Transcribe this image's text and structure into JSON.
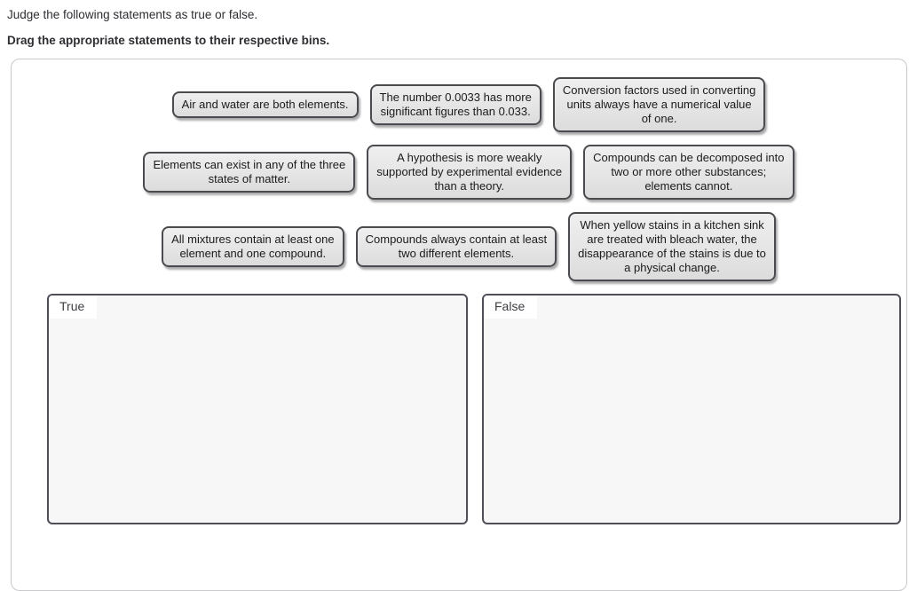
{
  "header": {
    "instruction": "Judge the following statements as true or false.",
    "drag_instruction": "Drag the appropriate statements to their respective bins."
  },
  "statements": [
    {
      "text": "Air and water are both elements."
    },
    {
      "text": "The number 0.0033 has more\nsignificant figures than 0.033."
    },
    {
      "text": "Conversion factors used in converting\nunits always have a numerical value\nof one."
    },
    {
      "text": "Elements can exist in any of the three\nstates of matter."
    },
    {
      "text": "A hypothesis is more weakly\nsupported by experimental evidence\nthan a theory."
    },
    {
      "text": "Compounds can be decomposed into\ntwo or more other substances;\nelements cannot."
    },
    {
      "text": "All mixtures contain at least one\nelement and one compound."
    },
    {
      "text": "Compounds always contain at least\ntwo different elements."
    },
    {
      "text": "When yellow stains in a kitchen sink\nare treated with bleach water, the\ndisappearance of the stains is due to\na physical change."
    }
  ],
  "bins": [
    {
      "label": "True"
    },
    {
      "label": "False"
    }
  ],
  "colors": {
    "card_background": "#e6e6e6",
    "card_border": "#4b4b4f",
    "bin_background": "#f7f7f8",
    "bin_border": "#4f4f5a",
    "panel_border": "#c9c9cc",
    "text": "#1b1b1b"
  }
}
